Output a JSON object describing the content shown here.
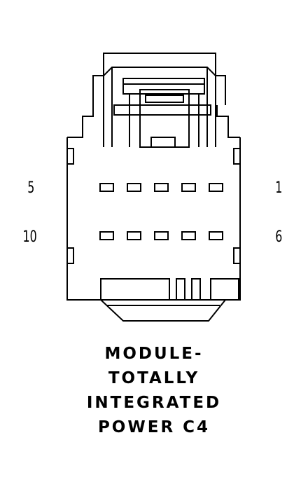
{
  "connector": {
    "pin_labels": {
      "top_left": "5",
      "top_right": "1",
      "bottom_left": "10",
      "bottom_right": "6"
    },
    "caption_lines": [
      "MODULE-",
      "TOTALLY",
      "INTEGRATED",
      "POWER C4"
    ]
  },
  "colors": {
    "stroke": "#000000",
    "background": "#ffffff"
  }
}
